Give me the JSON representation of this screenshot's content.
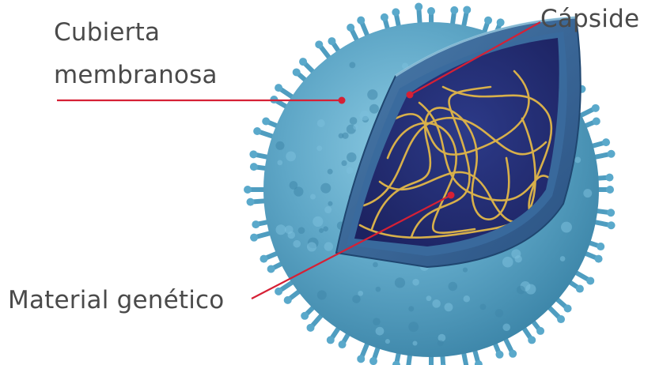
{
  "labels": {
    "envelope": "Cubierta membranosa",
    "capsid": "Cápside",
    "genetic_material": "Material genético"
  },
  "colors": {
    "envelope": "#5fa7c7",
    "envelope_dark": "#3f87aa",
    "capsid": "#2f5f91",
    "core": "#222b6e",
    "genetic_strand": "#d8b04a",
    "leader_line": "#d62035",
    "label_text": "#4a4a4a"
  }
}
